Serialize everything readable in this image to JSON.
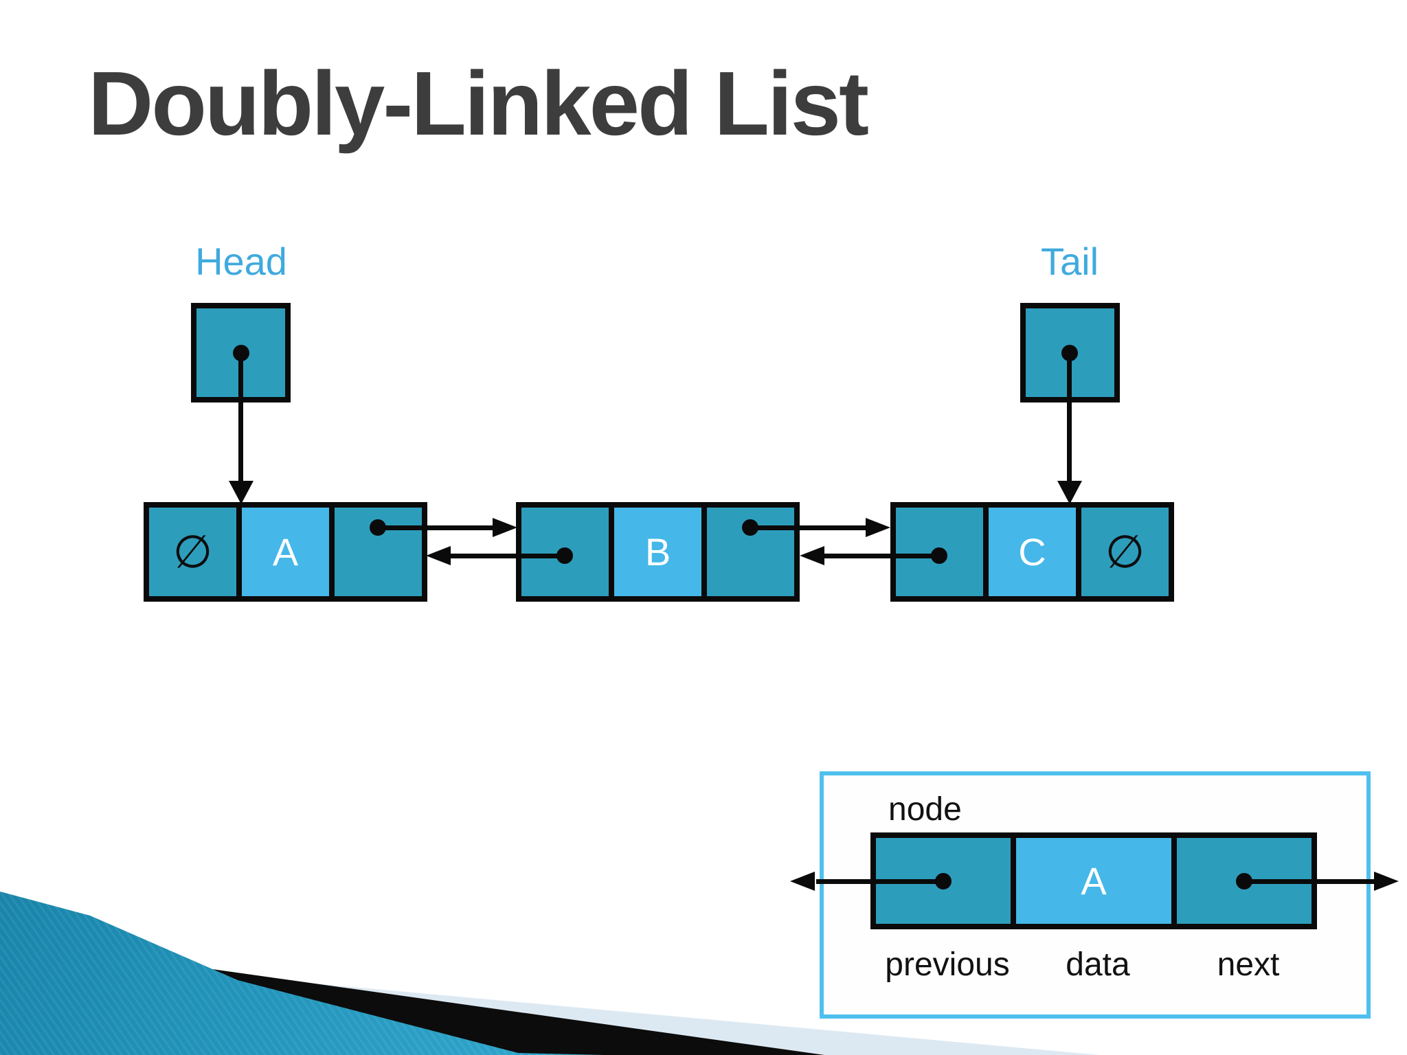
{
  "title": "Doubly-Linked List",
  "diagram": {
    "head_label": "Head",
    "tail_label": "Tail",
    "null_symbol": "∅",
    "nodes": [
      {
        "value": "A"
      },
      {
        "value": "B"
      },
      {
        "value": "C"
      }
    ]
  },
  "legend": {
    "title": "node",
    "data_value": "A",
    "labels": {
      "previous": "previous",
      "data": "data",
      "next": "next"
    }
  },
  "colors": {
    "pointer_cell_teal": "#2d9dbc",
    "data_cell_blue": "#45b7e8",
    "label_blue": "#3faade",
    "title_gray": "#3d3d3d",
    "outline_black": "#0a0a0a",
    "legend_border_blue": "#4fc0ee",
    "ribbon_pale": "#dde9f2",
    "ribbon_teal": "#2fa6cc"
  }
}
